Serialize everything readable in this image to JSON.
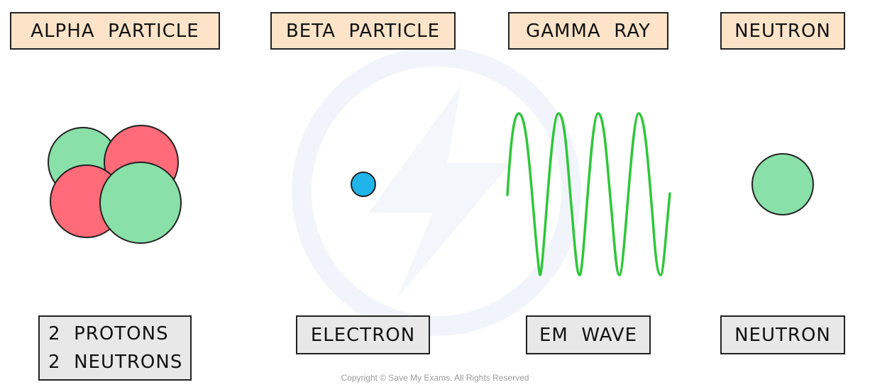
{
  "titles": {
    "alpha": "ALPHA  PARTICLE",
    "beta": "BETA  PARTICLE",
    "gamma": "GAMMA  RAY",
    "neutron": "NEUTRON"
  },
  "labels": {
    "alpha_line1": "2  PROTONS",
    "alpha_line2": "2  NEUTRONS",
    "beta": "ELECTRON",
    "gamma": "EM  WAVE",
    "neutron": "NEUTRON"
  },
  "colors": {
    "proton": "#ff6b78",
    "neutron": "#89e0a8",
    "electron": "#1fb4ea",
    "wave": "#2fc63a",
    "title_bg": "#fde4c8",
    "label_bg": "#e8e8e8"
  },
  "copyright": "Copyright © Save My Exams. All Rights Reserved"
}
